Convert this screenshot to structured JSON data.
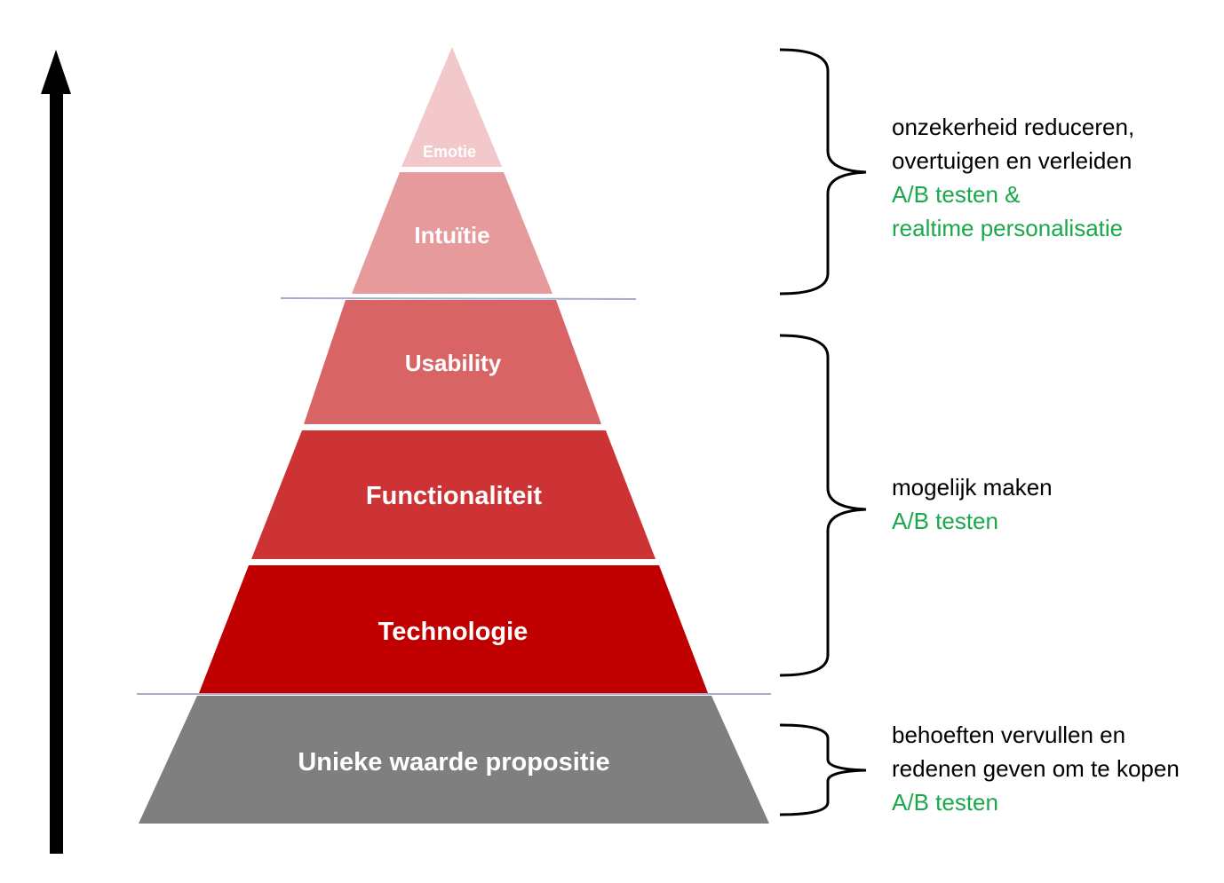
{
  "colors": {
    "emotie": "#f2c8ca",
    "intuitie": "#e69a9c",
    "usability": "#d96466",
    "functionaliteit": "#cd3335",
    "technologie": "#c00000",
    "propositie": "#7f7f7f",
    "divider": "#aaaacc",
    "green_text": "#1aa84b",
    "arrow": "#000000"
  },
  "layers": {
    "emotie": "Emotie",
    "intuitie": "Intuïtie",
    "usability": "Usability",
    "functionaliteit": "Functionaliteit",
    "technologie": "Technologie",
    "propositie": "Unieke waarde propositie"
  },
  "notes": {
    "top": {
      "line1": "onzekerheid reduceren,",
      "line2": "overtuigen en verleiden",
      "green1": "A/B testen &",
      "green2": "realtime personalisatie"
    },
    "middle": {
      "line1": "mogelijk maken",
      "green1": "A/B testen"
    },
    "bottom": {
      "line1": "behoeften vervullen en",
      "line2": "redenen geven om te kopen",
      "green1": "A/B testen"
    }
  }
}
